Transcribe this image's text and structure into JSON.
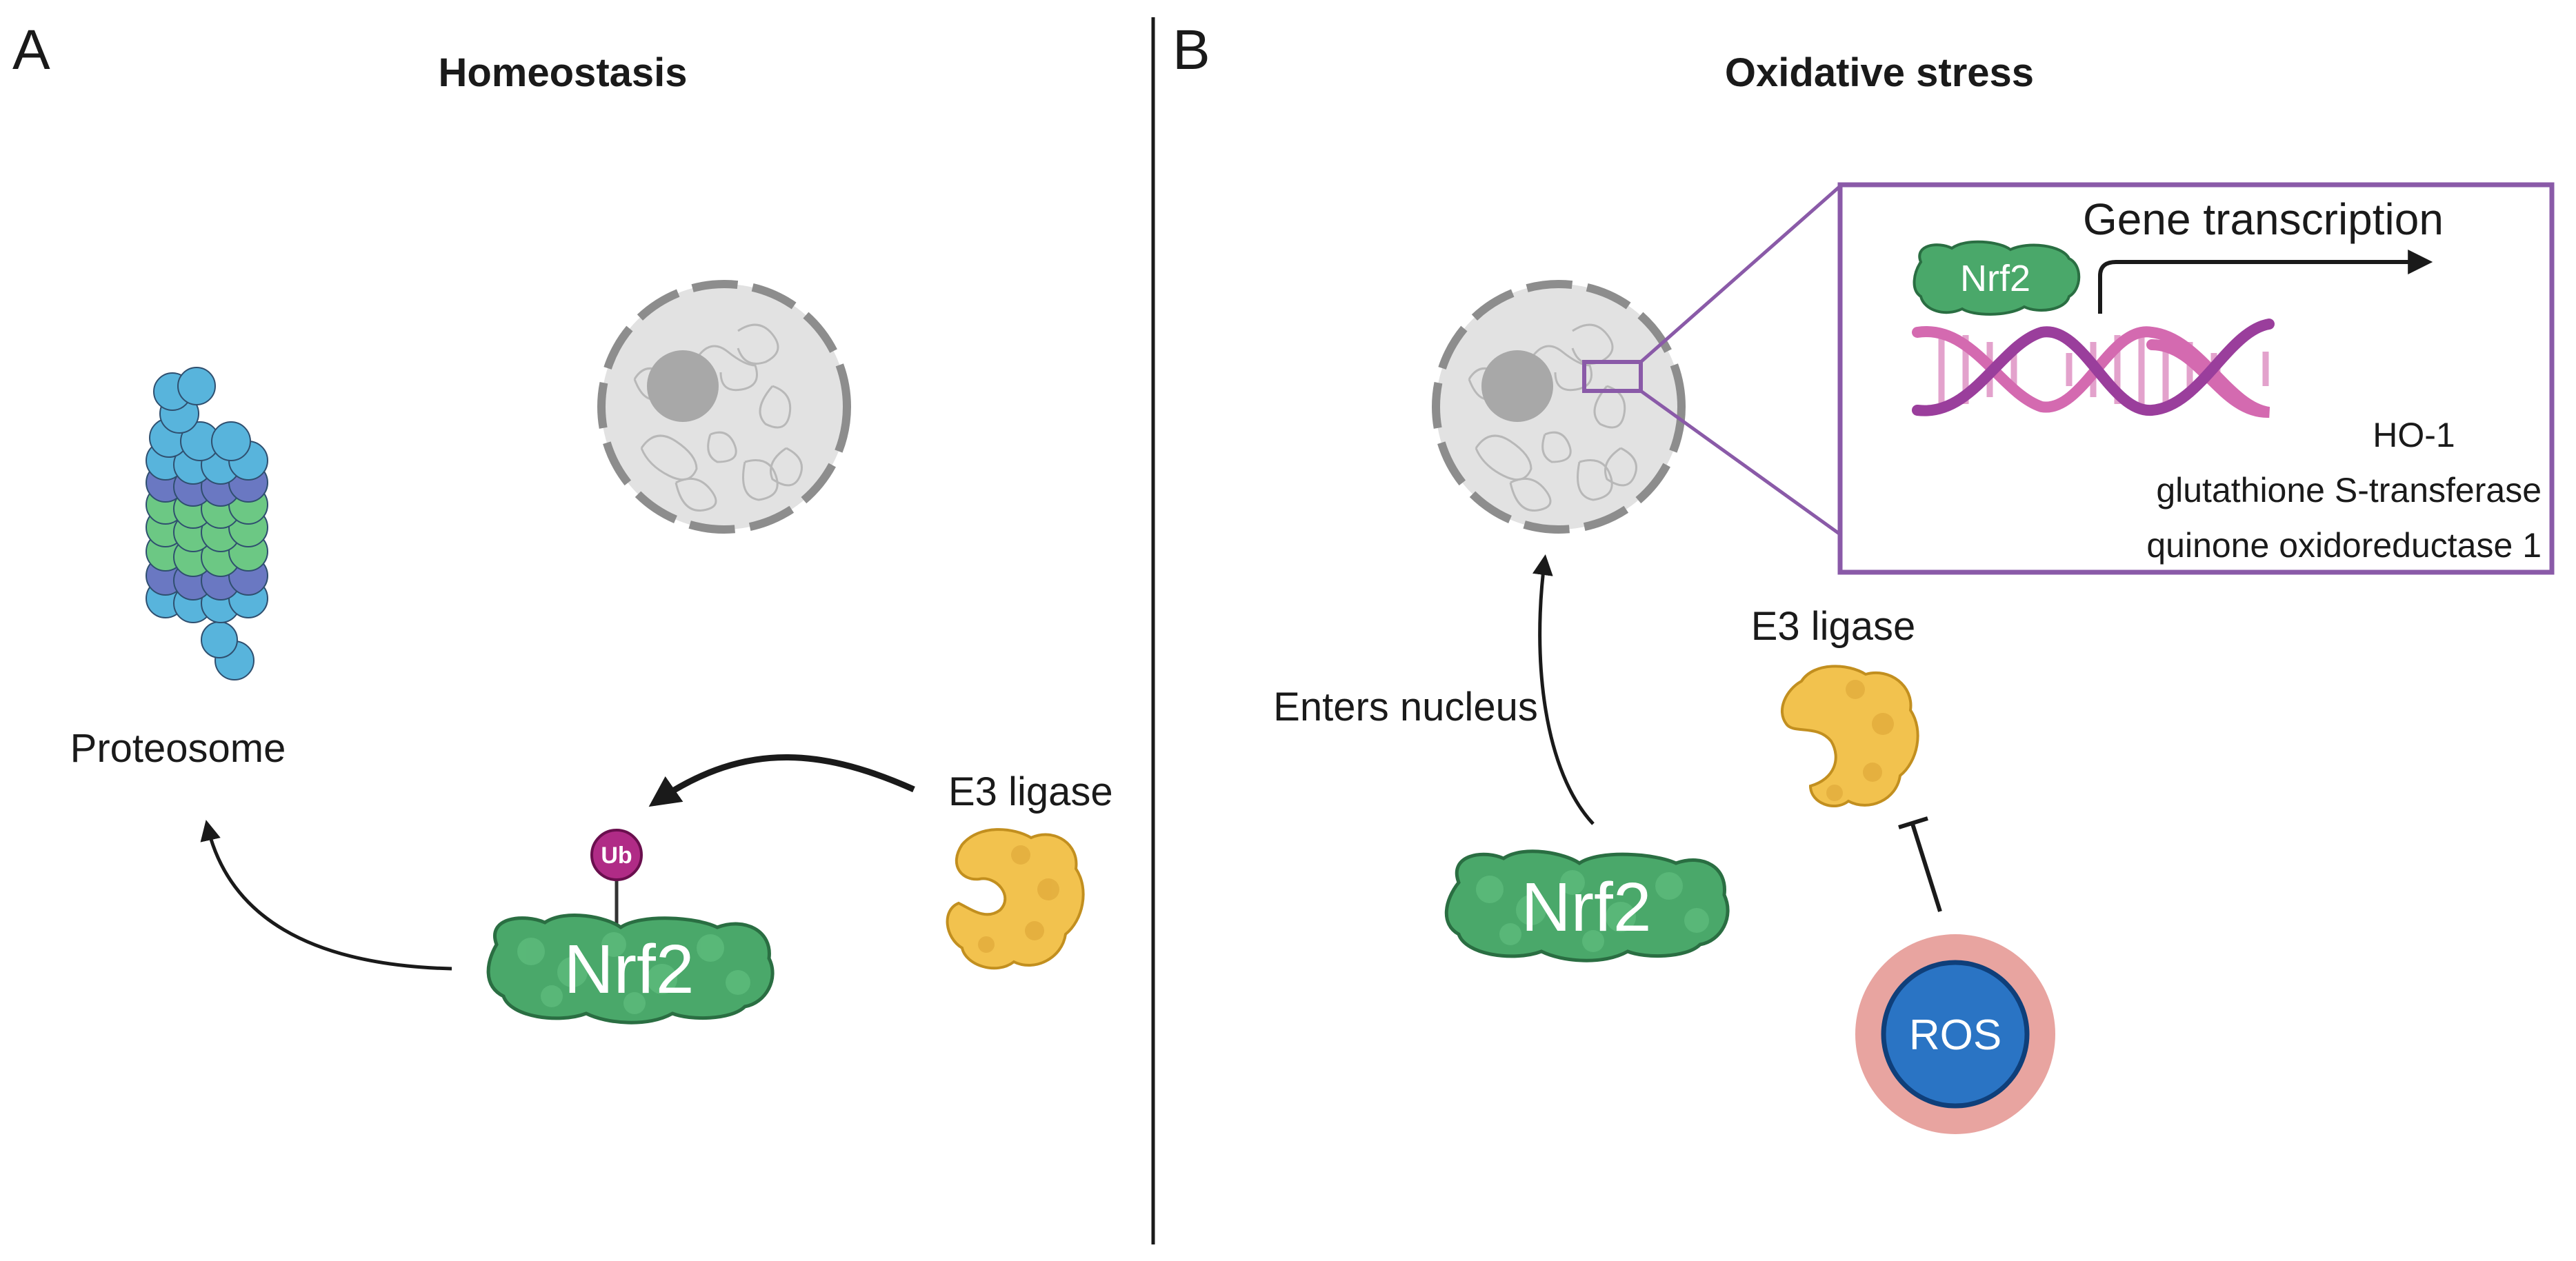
{
  "panel_a": {
    "letter": "A",
    "title": "Homeostasis",
    "proteosome_label": "Proteosome",
    "e3_label": "E3 ligase",
    "nrf2_label": "Nrf2",
    "ub_label": "Ub"
  },
  "panel_b": {
    "letter": "B",
    "title": "Oxidative stress",
    "enters_label": "Enters nucleus",
    "e3_label": "E3 ligase",
    "nrf2_label": "Nrf2",
    "ros_label": "ROS",
    "inset": {
      "transcription_label": "Gene transcription",
      "nrf2_label": "Nrf2",
      "genes": [
        "HO-1",
        "glutathione S-transferase",
        "quinone oxidoreductase 1"
      ]
    }
  },
  "colors": {
    "nrf2_green": "#4aa86a",
    "proteosome_cyan": "#58b4dc",
    "proteosome_purple": "#6a78c2",
    "proteosome_green": "#6cc884",
    "e3_yellow": "#f2c24e",
    "ub_magenta": "#b02b86",
    "ros_blue": "#2a74c4",
    "ros_ring": "#e8a4a0",
    "inset_border": "#8a5aa8",
    "dna_pink": "#d46ab0",
    "dna_purple": "#9a3e9c"
  }
}
